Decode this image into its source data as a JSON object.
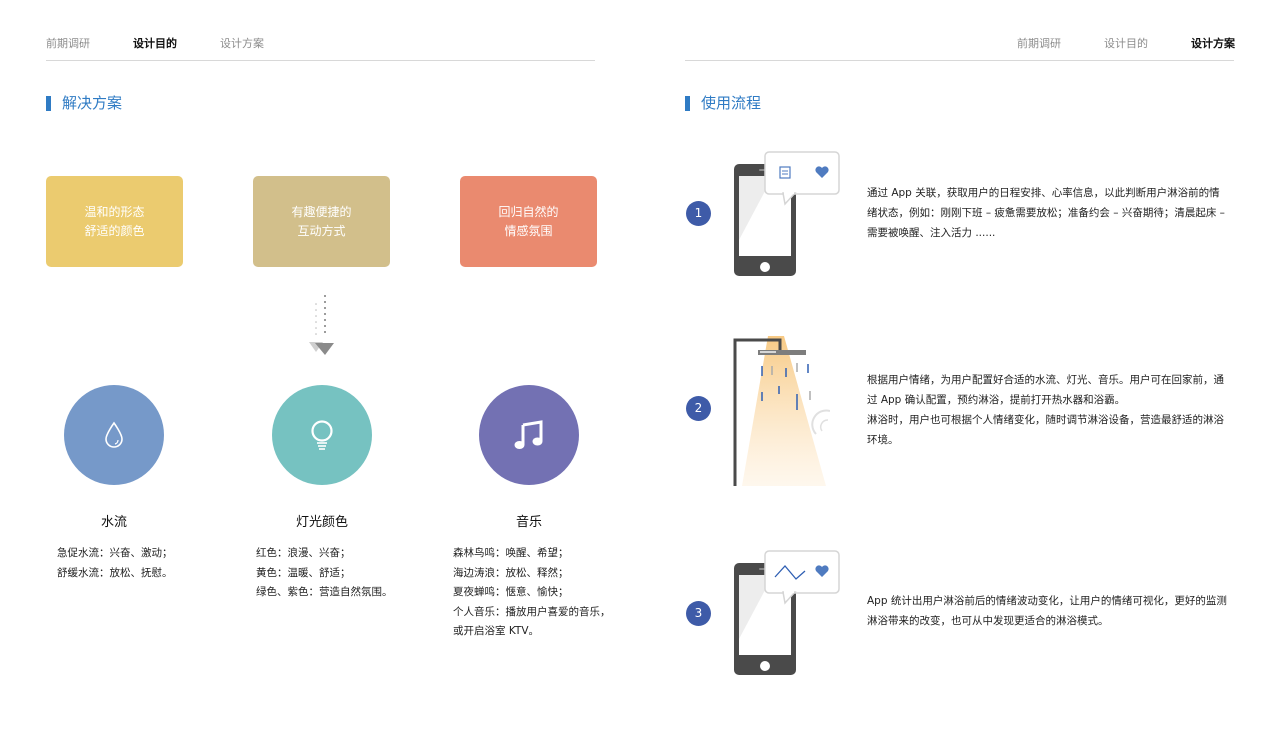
{
  "left_page": {
    "nav": {
      "items": [
        {
          "label": "前期调研",
          "active": false
        },
        {
          "label": "设计目的",
          "active": true
        },
        {
          "label": "设计方案",
          "active": false
        }
      ]
    },
    "section_title": "解决方案",
    "cards": [
      {
        "line1": "温和的形态",
        "line2": "舒适的颜色",
        "color": "#ebcb6f"
      },
      {
        "line1": "有趣便捷的",
        "line2": "互动方式",
        "color": "#d2bf8b"
      },
      {
        "line1": "回归自然的",
        "line2": "情感氛围",
        "color": "#ea8a6f"
      }
    ],
    "features": [
      {
        "icon": "water-drop-icon",
        "color": "#7699c9",
        "title": "水流",
        "lines": [
          "急促水流：兴奋、激动；",
          "舒缓水流：放松、抚慰。"
        ]
      },
      {
        "icon": "light-bulb-icon",
        "color": "#76c2c1",
        "title": "灯光颜色",
        "lines": [
          "红色：浪漫、兴奋；",
          "黄色：温暖、舒适；",
          "绿色、紫色：营造自然氛围。"
        ]
      },
      {
        "icon": "music-note-icon",
        "color": "#7371b3",
        "title": "音乐",
        "lines": [
          "森林鸟鸣：唤醒、希望；",
          "海边涛浪：放松、释然；",
          "夏夜蝉鸣：惬意、愉快；",
          "个人音乐：播放用户喜爱的音乐，",
          "或开启浴室 KTV。"
        ]
      }
    ]
  },
  "right_page": {
    "nav": {
      "items": [
        {
          "label": "前期调研",
          "active": false
        },
        {
          "label": "设计目的",
          "active": false
        },
        {
          "label": "设计方案",
          "active": true
        }
      ]
    },
    "section_title": "使用流程",
    "steps": [
      {
        "num": "1",
        "illustration": "phone-with-calendar-heart",
        "lines": [
          "通过 App 关联，获取用户的日程安排、心率信息，以此判断用户淋浴前的情",
          "绪状态，例如：刚刚下班 – 疲惫需要放松；准备约会 – 兴奋期待；清晨起床 –",
          "需要被唤醒、注入活力 ......"
        ]
      },
      {
        "num": "2",
        "illustration": "shower-with-light",
        "lines": [
          "根据用户情绪，为用户配置好合适的水流、灯光、音乐。用户可在回家前，通",
          "过 App 确认配置，预约淋浴，提前打开热水器和浴霸。",
          "淋浴时，用户也可根据个人情绪变化，随时调节淋浴设备，营造最舒适的淋浴",
          "环境。"
        ]
      },
      {
        "num": "3",
        "illustration": "phone-with-wave-heart",
        "lines": [
          "App 统计出用户淋浴前后的情绪波动变化，让用户的情绪可视化，更好的监测",
          "淋浴带来的改变，也可从中发现更适合的淋浴模式。"
        ]
      }
    ]
  },
  "colors": {
    "accent_blue": "#2f7bc4",
    "step_badge": "#3e5ba8",
    "rule": "#d8d8d8"
  }
}
